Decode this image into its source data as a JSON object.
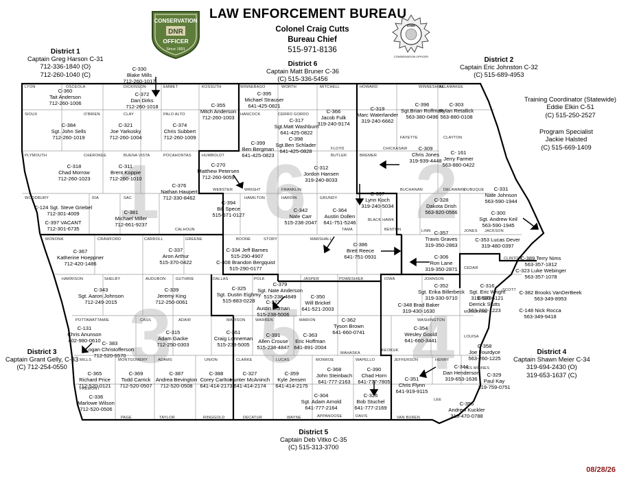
{
  "header": {
    "title": "LAW ENFORCEMENT BUREAU",
    "chief_name": "Colonel Craig Cutts",
    "chief_title": "Bureau Chief",
    "chief_phone": "515-971-8136",
    "badge_top": "CONSERVATION",
    "badge_mid": "DNR",
    "badge_bottom": "OFFICER",
    "badge_since": "Since 1891",
    "seal_top": "IOWA",
    "seal_bottom": "CONSERVATION OFFICER"
  },
  "districts": [
    {
      "label": "District 1",
      "captain": "Captain Greg Harson C-31",
      "phone1": "712-336-1840 (O)",
      "phone2": "712-260-1040 (C)"
    },
    {
      "label": "District 2",
      "captain": "Captain Eric Johnston C-32",
      "phone1": "(C) 515-689-4953"
    },
    {
      "label": "District 6",
      "captain": "Captain Matt Bruner C-36",
      "phone1": "(C) 515-336-5456"
    },
    {
      "label": "District 3",
      "captain": "Captain Grant Gelly, C-33",
      "phone1": "(C) 712-254-0550"
    },
    {
      "label": "District 4",
      "captain": "Captain Shawn Meier C-34",
      "phone1": "319-694-2430 (O)",
      "phone2": "319-653-1637 (C)"
    },
    {
      "label": "District 5",
      "captain": "Captain Deb Vitko C-35",
      "phone1": "(C) 515-313-3700"
    }
  ],
  "training": {
    "title": "Training Coordinator (Statewide)",
    "name": "Eddie Elkin  C-51",
    "phone": "(C) 515-250-2527"
  },
  "specialist": {
    "title": "Program Specialist",
    "name": "Jackie Halsted",
    "phone": "(C) 515-669-1409"
  },
  "district_numbers": [
    "1",
    "6",
    "2",
    "3",
    "5",
    "4"
  ],
  "counties": [
    "LYON",
    "OSCEOLA",
    "DICKINSON",
    "EMMET",
    "KOSSUTH",
    "WINNEBAGO",
    "WORTH",
    "MITCHELL",
    "HOWARD",
    "WINNESHIEK",
    "ALLAMAKEE",
    "SIOUX",
    "O'BRIEN",
    "CLAY",
    "PALO ALTO",
    "HANCOCK",
    "CERRO GORDO",
    "FLOYD",
    "CHICKASAW",
    "FAYETTE",
    "CLAYTON",
    "PLYMOUTH",
    "CHEROKEE",
    "BUENA VISTA",
    "POCAHONTAS",
    "HUMBOLDT",
    "WRIGHT",
    "FRANKLIN",
    "BUTLER",
    "BREMER",
    "BUCHANAN",
    "DELAWARE",
    "DUBUQUE",
    "WOODBURY",
    "IDA",
    "SAC",
    "CALHOUN",
    "WEBSTER",
    "HAMILTON",
    "HARDIN",
    "GRUNDY",
    "BLACK HAWK",
    "JACKSON",
    "MONONA",
    "CRAWFORD",
    "CARROLL",
    "GREENE",
    "BOONE",
    "STORY",
    "MARSHALL",
    "TAMA",
    "BENTON",
    "LINN",
    "JONES",
    "CEDAR",
    "CLINTON",
    "HARRISON",
    "SHELBY",
    "AUDUBON",
    "GUTHRIE",
    "DALLAS",
    "POLK",
    "JASPER",
    "POWESHIEK",
    "IOWA",
    "JOHNSON",
    "SCOTT",
    "MUSCATINE",
    "POTTAWATTAMIE",
    "CASS",
    "ADAIR",
    "MADISON",
    "WARREN",
    "MARION",
    "MAHASKA",
    "KEOKUK",
    "WASHINGTON",
    "LOUISA",
    "MILLS",
    "MONTGOMERY",
    "ADAMS",
    "UNION",
    "CLARKE",
    "LUCAS",
    "MONROE",
    "WAPELLO",
    "JEFFERSON",
    "HENRY",
    "DES MOINES",
    "FREMONT",
    "PAGE",
    "TAYLOR",
    "RINGGOLD",
    "DECATUR",
    "WAYNE",
    "APPANOOSE",
    "DAVIS",
    "VAN BUREN",
    "LEE"
  ],
  "officers": [
    [
      "C-330",
      "Blake Mills",
      "712-260-1017"
    ],
    [
      "C-360",
      "Tait Anderson",
      "712-260-1006"
    ],
    [
      "C-372",
      "Dan Dirks",
      "712-260-1018"
    ],
    [
      "C-355",
      "Mitch Anderson",
      "712-260-1003"
    ],
    [
      "C-395",
      "Michael Strauser",
      "641-425-0821"
    ],
    [
      "C-319",
      "Marc Waterlander",
      "319-240-6662"
    ],
    [
      "C-396",
      "Sgt.Brian Roffman",
      "563-380-0496"
    ],
    [
      "C-303",
      "Rylan Retallick",
      "563-880-0108"
    ],
    [
      "C-384",
      "Sgt. John Sells",
      "712-260-1019"
    ],
    [
      "C-321",
      "Joe Yarkosky",
      "712-260-1004"
    ],
    [
      "C-374",
      "Chris Subbert",
      "712-260-1009"
    ],
    [
      "C-317",
      "Sgt.Matt Washburn",
      "641-425-0822"
    ],
    [
      "C-366",
      "Jacob Fulk",
      "319-240-9174"
    ],
    [
      "C-398",
      "Sgt.Ben Schlader",
      "641-425-0828"
    ],
    [
      "C-399",
      "Ben Bergman",
      "641-425-0823"
    ],
    [
      "C-309",
      "Chris Jones",
      "319-939-4448"
    ],
    [
      "C- 161",
      "Jerry Farmer",
      "563-880-0422"
    ],
    [
      "C-318",
      "Chad Morrow",
      "712-260-1023"
    ],
    [
      "C-311",
      "Brent Koppie",
      "712-260-1010"
    ],
    [
      "C-270",
      "Matthew Petersen",
      "712-260-9059"
    ],
    [
      "C-312",
      "Jordon Hansen",
      "319-240-8033"
    ],
    [
      "C-376",
      "Nathan Haupert",
      "712-330-8462"
    ],
    [
      "C-331",
      "Nate Johnson",
      "563-590-1944"
    ],
    [
      "C-328",
      "Dakota Drish",
      "563-920-0566"
    ],
    [
      "C-307",
      "Lynn Koch",
      "319-240-5034"
    ],
    [
      "C-394",
      "Bill Spece",
      "515-571-0127"
    ],
    [
      "C-124 Sgt. Steve Griebel",
      "712-301-4009"
    ],
    [
      "C-397 VACANT",
      "712-301-6735"
    ],
    [
      "C-381",
      "Michael Miller",
      "712-661-9237"
    ],
    [
      "C-342",
      "Nate Carr",
      "515-238-2047"
    ],
    [
      "C-364",
      "Austin Dollen",
      "641-751-5246"
    ],
    [
      "C-300",
      "Sgt. Andrew Keil",
      "563-590-1945"
    ],
    [
      "C-357",
      "Travis Graves",
      "319-350-2863"
    ],
    [
      "C-353  Lucas Dever",
      "319-480-0397"
    ],
    [
      "C-367",
      "Katherine Hoeppner",
      "712-420-1486"
    ],
    [
      "C-337",
      "Aron Arthur",
      "515-370-0422"
    ],
    [
      "C-334 Jeff Barnes",
      "515-290-4907"
    ],
    [
      "C-308 Brandon Bergquist",
      "515-290-0177"
    ],
    [
      "C-386",
      "Brett Reece",
      "641-751-0931"
    ],
    [
      "C-306",
      "Ron Lane",
      "319-350-2871"
    ],
    [
      "C-389 Terry Nims",
      "563-357-1812"
    ],
    [
      "C-323 Luke Webinger",
      "563-357-1078"
    ],
    [
      "C-343",
      "Sgt. Aaron Johnson",
      "712-249-2015"
    ],
    [
      "C-339",
      "Jeremy King",
      "712-250-0061"
    ],
    [
      "C-325",
      "Sgt. Dustin Eighmy",
      "515-883-0228"
    ],
    [
      "C-379",
      "Sgt. Nate Anderson",
      "515-238-4849"
    ],
    [
      "C-350",
      "Will Brickel",
      "641-521-2003"
    ],
    [
      "C-377",
      "Austin Durnan",
      "515-238-5006"
    ],
    [
      "C-352",
      "Sgt. Erika Billerbeck",
      "319-330-9710"
    ],
    [
      "C-316",
      "Sgt. Eric Wright",
      "319-530-6121"
    ],
    [
      "C-382 Brooks VanDerBeek",
      "563-349-8953"
    ],
    [
      "C-348 Brad Baker",
      "319-430-1630"
    ],
    [
      "C-362",
      "Tyson Brown",
      "641-660-0741"
    ],
    [
      "C-370",
      "Derrick Slutts",
      "563-260-1223"
    ],
    [
      "C-148  Nick Rocca",
      "563-349-9418"
    ],
    [
      "C-131",
      "Chris Anunson",
      "402-980-0610"
    ],
    [
      "C- 383",
      "Logan Christofferson",
      "712-520-5570"
    ],
    [
      "C-315",
      "Adam Gacke",
      "712-250-0303"
    ],
    [
      "C-361",
      "Craig Lonneman",
      "515-238-5005"
    ],
    [
      "C-391",
      "Allen Crouse",
      "515-238-4847"
    ],
    [
      "C-363",
      "Eric Hoffman",
      "641-891-2004"
    ],
    [
      "C-354",
      "Wesley Gould",
      "641-660-3441"
    ],
    [
      "C-358",
      "Joe Fourdyce",
      "563-260-1225"
    ],
    [
      "C-365",
      "Richard Price",
      "712-520-0121"
    ],
    [
      "C-369",
      "Todd Carrick",
      "712-520-0507"
    ],
    [
      "C-387",
      "Andrea Bevington",
      "712-520-0508"
    ],
    [
      "C-388",
      "Corey Carlton",
      "641-414-2173"
    ],
    [
      "C-327",
      "Hunter McAninch",
      "641-414-2174"
    ],
    [
      "C-359",
      "Kyle Jensen",
      "641-414-2175"
    ],
    [
      "C-368",
      "John Steinbach",
      "641-777-2163"
    ],
    [
      "C-390",
      "Chad Horn",
      "641-777-7805"
    ],
    [
      "C-351",
      "Chris Flynn",
      "641-919-9115"
    ],
    [
      "C-344",
      "Dan Henderson",
      "319-653-1636"
    ],
    [
      "C-329",
      "Paul Kay",
      "319-759-0751"
    ],
    [
      "C-336",
      "Marlowe Wilson",
      "712-520-0506"
    ],
    [
      "C-304",
      "Sgt. Adam Arnold",
      "641-777-2164"
    ],
    [
      "C-326",
      "Bob Stuchel",
      "641-777-2169"
    ],
    [
      "C-356",
      "Andrew Kuckler",
      "319-470-0788"
    ]
  ],
  "date": "08/28/26",
  "colors": {
    "district_border": "#000000",
    "county_border": "#9a9a9a",
    "district_number": "#dcdcdc",
    "badge": "#5f7d3a",
    "date": "#8a1a1a"
  }
}
